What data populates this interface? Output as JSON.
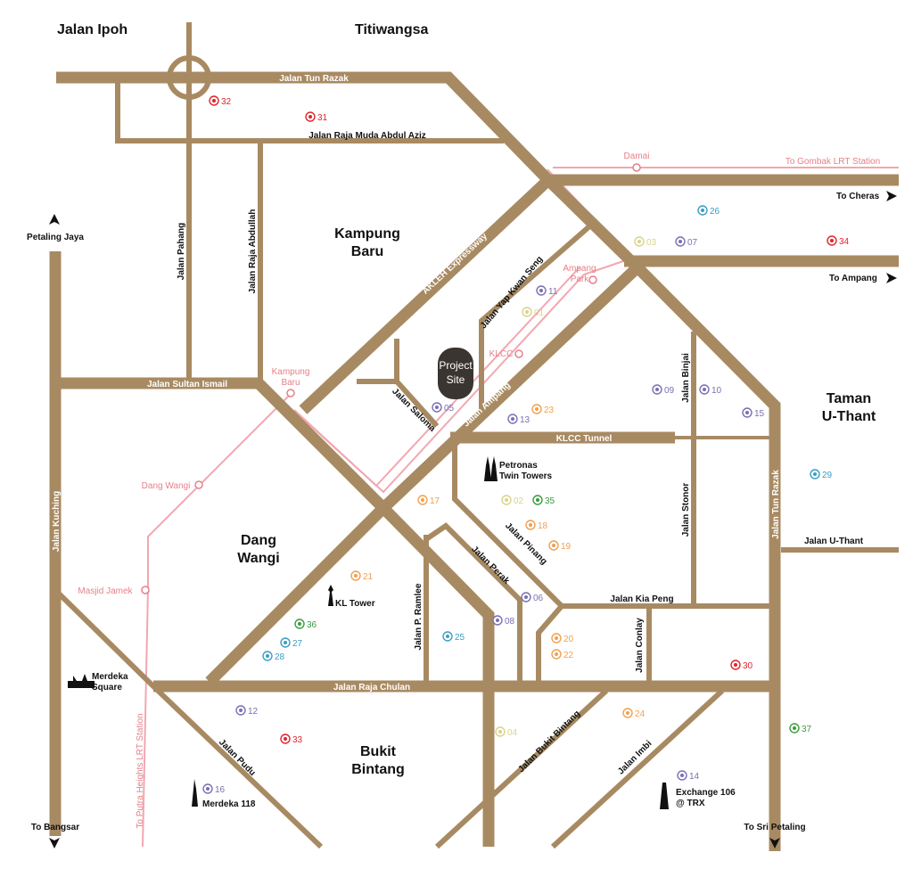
{
  "areas": [
    {
      "id": "jalan-ipoh",
      "text": "Jalan Ipoh"
    },
    {
      "id": "titiwangsa",
      "text": "Titiwangsa"
    },
    {
      "id": "kampung-baru",
      "text": "Kampung Baru"
    },
    {
      "id": "taman-u-thant",
      "text": "Taman U-Thant"
    },
    {
      "id": "dang-wangi",
      "text": "Dang Wangi"
    },
    {
      "id": "bukit-bintang",
      "text": "Bukit Bintang"
    }
  ],
  "roads": [
    {
      "id": "jalan-tun-razak-north",
      "text": "Jalan Tun Razak"
    },
    {
      "id": "jalan-raja-muda-abdul-aziz",
      "text": "Jalan Raja Muda Abdul Aziz"
    },
    {
      "id": "jalan-pahang",
      "text": "Jalan Pahang"
    },
    {
      "id": "jalan-raja-abdullah",
      "text": "Jalan Raja Abdullah"
    },
    {
      "id": "akleh-expressway",
      "text": "AKLEH Expressway"
    },
    {
      "id": "jalan-yap-kwan-seng",
      "text": "Jalan Yap Kwan Seng"
    },
    {
      "id": "jalan-sultan-ismail",
      "text": "Jalan Sultan Ismail"
    },
    {
      "id": "jalan-saloma",
      "text": "Jalan Saloma"
    },
    {
      "id": "jalan-ampang",
      "text": "Jalan Ampang"
    },
    {
      "id": "klcc-tunnel",
      "text": "KLCC Tunnel"
    },
    {
      "id": "jalan-binjai",
      "text": "Jalan Binjai"
    },
    {
      "id": "jalan-stonor",
      "text": "Jalan Stonor"
    },
    {
      "id": "jalan-tun-razak-east",
      "text": "Jalan Tun Razak"
    },
    {
      "id": "jalan-u-thant",
      "text": "Jalan U-Thant"
    },
    {
      "id": "jalan-kuching",
      "text": "Jalan Kuching"
    },
    {
      "id": "jalan-pinang",
      "text": "Jalan Pinang"
    },
    {
      "id": "jalan-perak",
      "text": "Jalan Perak"
    },
    {
      "id": "jalan-kia-peng",
      "text": "Jalan Kia Peng"
    },
    {
      "id": "jalan-p-ramlee",
      "text": "Jalan P. Ramlee"
    },
    {
      "id": "jalan-conlay",
      "text": "Jalan Conlay"
    },
    {
      "id": "jalan-raja-chulan",
      "text": "Jalan Raja Chulan"
    },
    {
      "id": "jalan-pudu",
      "text": "Jalan Pudu"
    },
    {
      "id": "jalan-bukit-bintang",
      "text": "Jalan Bukit Bintang"
    },
    {
      "id": "jalan-imbi",
      "text": "Jalan Imbi"
    }
  ],
  "directions": [
    {
      "id": "to-cheras",
      "text": "To Cheras"
    },
    {
      "id": "to-ampang",
      "text": "To Ampang"
    },
    {
      "id": "petaling-jaya",
      "text": "Petaling Jaya"
    },
    {
      "id": "to-bangsar",
      "text": "To Bangsar"
    },
    {
      "id": "to-sri-petaling",
      "text": "To Sri Petaling"
    }
  ],
  "rail": {
    "to_gombak": "To Gombak LRT Station",
    "to_putra_heights": "To Putra Heights LRT Station",
    "stations": [
      {
        "id": "damai",
        "text": "Damai"
      },
      {
        "id": "ampang-park",
        "text": "Ampang Park"
      },
      {
        "id": "klcc",
        "text": "KLCC"
      },
      {
        "id": "kampung-baru",
        "text": "Kampung Baru"
      },
      {
        "id": "dang-wangi",
        "text": "Dang Wangi"
      },
      {
        "id": "masjid-jamek",
        "text": "Masjid Jamek"
      }
    ]
  },
  "landmarks": [
    {
      "id": "petronas",
      "text": "Petronas Twin Towers"
    },
    {
      "id": "kl-tower",
      "text": "KL Tower"
    },
    {
      "id": "merdeka-square",
      "text": "Merdeka Square"
    },
    {
      "id": "merdeka-118",
      "text": "Merdeka 118"
    },
    {
      "id": "exchange-106",
      "text": "Exchange 106 @ TRX"
    }
  ],
  "project_site": "Project Site",
  "poi_types": {
    "hospital": {
      "icon": "hospital-cross-icon",
      "color": "#e0242c"
    },
    "hotel": {
      "icon": "hotel-bed-icon",
      "color": "#7b6fb4"
    },
    "dining": {
      "icon": "dining-star-icon",
      "color": "#f0a050"
    },
    "shopping": {
      "icon": "shopping-star-icon",
      "color": "#d9d488"
    },
    "park": {
      "icon": "park-tree-icon",
      "color": "#3a9b3e"
    },
    "education": {
      "icon": "education-cap-icon",
      "color": "#3a9ec4"
    }
  },
  "pois": [
    {
      "num": "32",
      "type": "hospital"
    },
    {
      "num": "31",
      "type": "hospital"
    },
    {
      "num": "26",
      "type": "education"
    },
    {
      "num": "03",
      "type": "shopping"
    },
    {
      "num": "07",
      "type": "hotel"
    },
    {
      "num": "34",
      "type": "hospital"
    },
    {
      "num": "11",
      "type": "hotel"
    },
    {
      "num": "01",
      "type": "shopping"
    },
    {
      "num": "09",
      "type": "hotel"
    },
    {
      "num": "10",
      "type": "hotel"
    },
    {
      "num": "15",
      "type": "hotel"
    },
    {
      "num": "05",
      "type": "hotel"
    },
    {
      "num": "13",
      "type": "hotel"
    },
    {
      "num": "23",
      "type": "dining"
    },
    {
      "num": "29",
      "type": "education"
    },
    {
      "num": "17",
      "type": "dining"
    },
    {
      "num": "02",
      "type": "shopping"
    },
    {
      "num": "35",
      "type": "park"
    },
    {
      "num": "18",
      "type": "dining"
    },
    {
      "num": "19",
      "type": "dining"
    },
    {
      "num": "21",
      "type": "dining"
    },
    {
      "num": "06",
      "type": "hotel"
    },
    {
      "num": "36",
      "type": "park"
    },
    {
      "num": "27",
      "type": "education"
    },
    {
      "num": "28",
      "type": "education"
    },
    {
      "num": "08",
      "type": "hotel"
    },
    {
      "num": "25",
      "type": "education"
    },
    {
      "num": "20",
      "type": "dining"
    },
    {
      "num": "22",
      "type": "dining"
    },
    {
      "num": "30",
      "type": "hospital"
    },
    {
      "num": "12",
      "type": "hotel"
    },
    {
      "num": "33",
      "type": "hospital"
    },
    {
      "num": "04",
      "type": "shopping"
    },
    {
      "num": "24",
      "type": "dining"
    },
    {
      "num": "37",
      "type": "park"
    },
    {
      "num": "14",
      "type": "hotel"
    },
    {
      "num": "16",
      "type": "hotel"
    }
  ],
  "colors": {
    "road": "#a88a62",
    "rail": "#f2a7b0",
    "rail_text": "#e58088",
    "road_text_on_road": "#ffffff",
    "road_text_off": "#111111"
  }
}
